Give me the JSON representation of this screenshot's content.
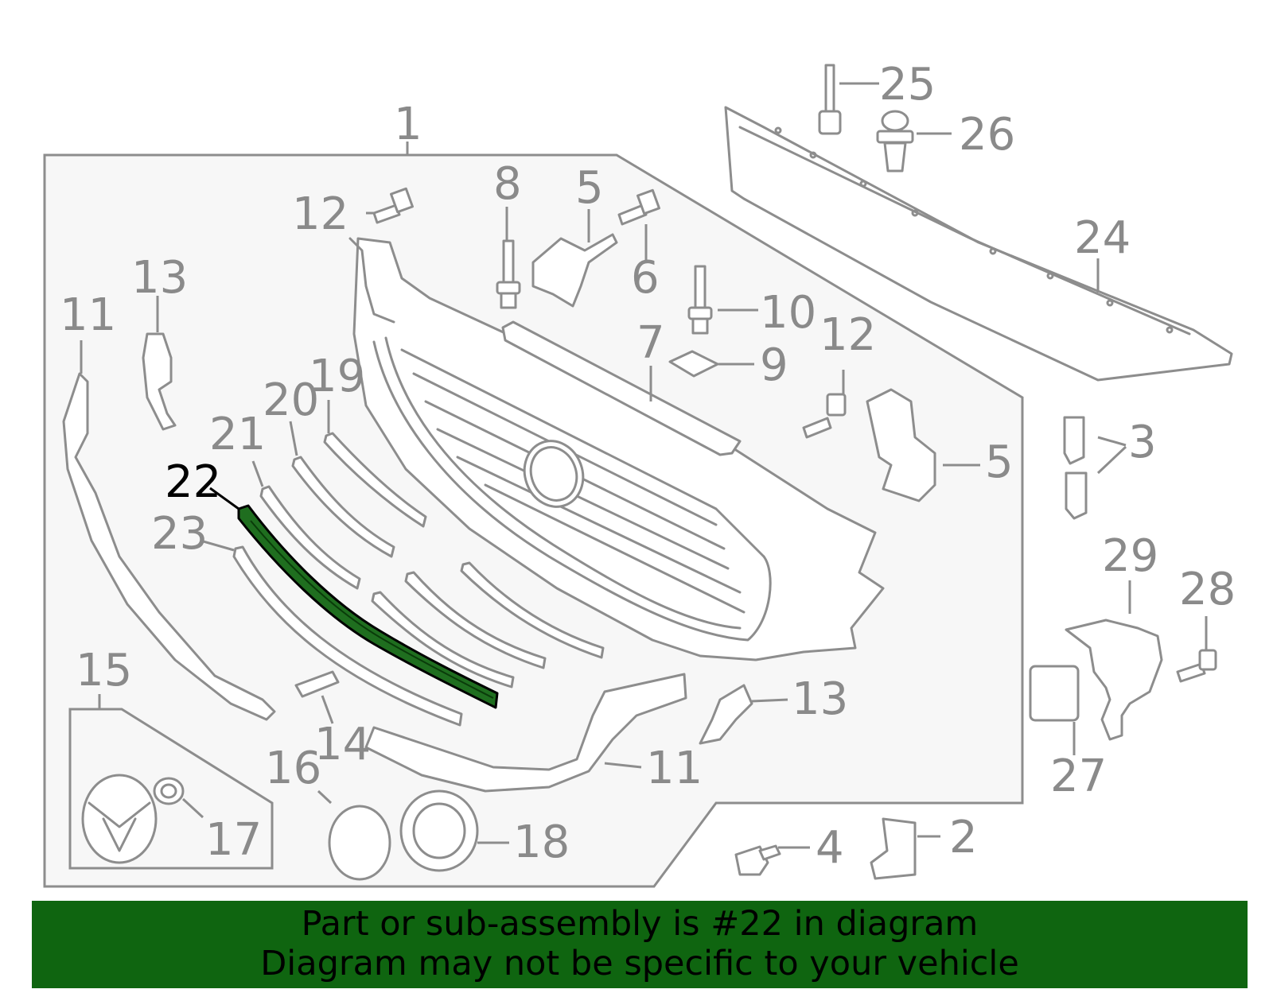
{
  "callouts": {
    "n1": "1",
    "n2": "2",
    "n3": "3",
    "n4": "4",
    "n5a": "5",
    "n5b": "5",
    "n6": "6",
    "n7": "7",
    "n8": "8",
    "n9": "9",
    "n10": "10",
    "n11a": "11",
    "n11b": "11",
    "n12a": "12",
    "n12b": "12",
    "n13a": "13",
    "n13b": "13",
    "n14": "14",
    "n15": "15",
    "n16": "16",
    "n17": "17",
    "n18": "18",
    "n19": "19",
    "n20": "20",
    "n21": "21",
    "n22": "22",
    "n23": "23",
    "n24": "24",
    "n25": "25",
    "n26": "26",
    "n27": "27",
    "n28": "28",
    "n29": "29"
  },
  "highlight": {
    "part_number": "22",
    "color": "#1f6e1f"
  },
  "banner": {
    "line1": "Part or sub-assembly is #22 in diagram",
    "line2": "Diagram may not be specific to your vehicle",
    "background": "#0f6510"
  }
}
